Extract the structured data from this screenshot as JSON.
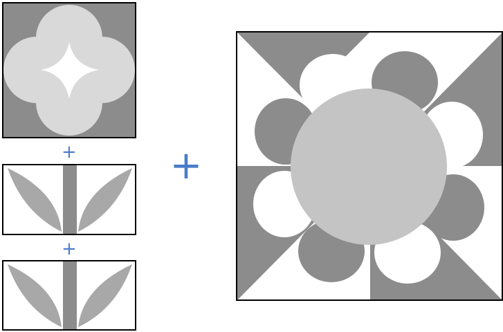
{
  "operators": [
    "+",
    "+",
    "+"
  ],
  "colors": {
    "border": "#000000",
    "dark_gray": "#8c8c8c",
    "light_gray": "#d9d9d9",
    "mid_gray": "#a8a8a8",
    "center_gray": "#c4c4c4",
    "white": "#ffffff",
    "plus_blue": "#4a7cc9"
  },
  "panels": [
    "four-petal-flower-tile",
    "leaf-stem-tile",
    "leaf-stem-tile",
    "flower-quilt-block"
  ]
}
